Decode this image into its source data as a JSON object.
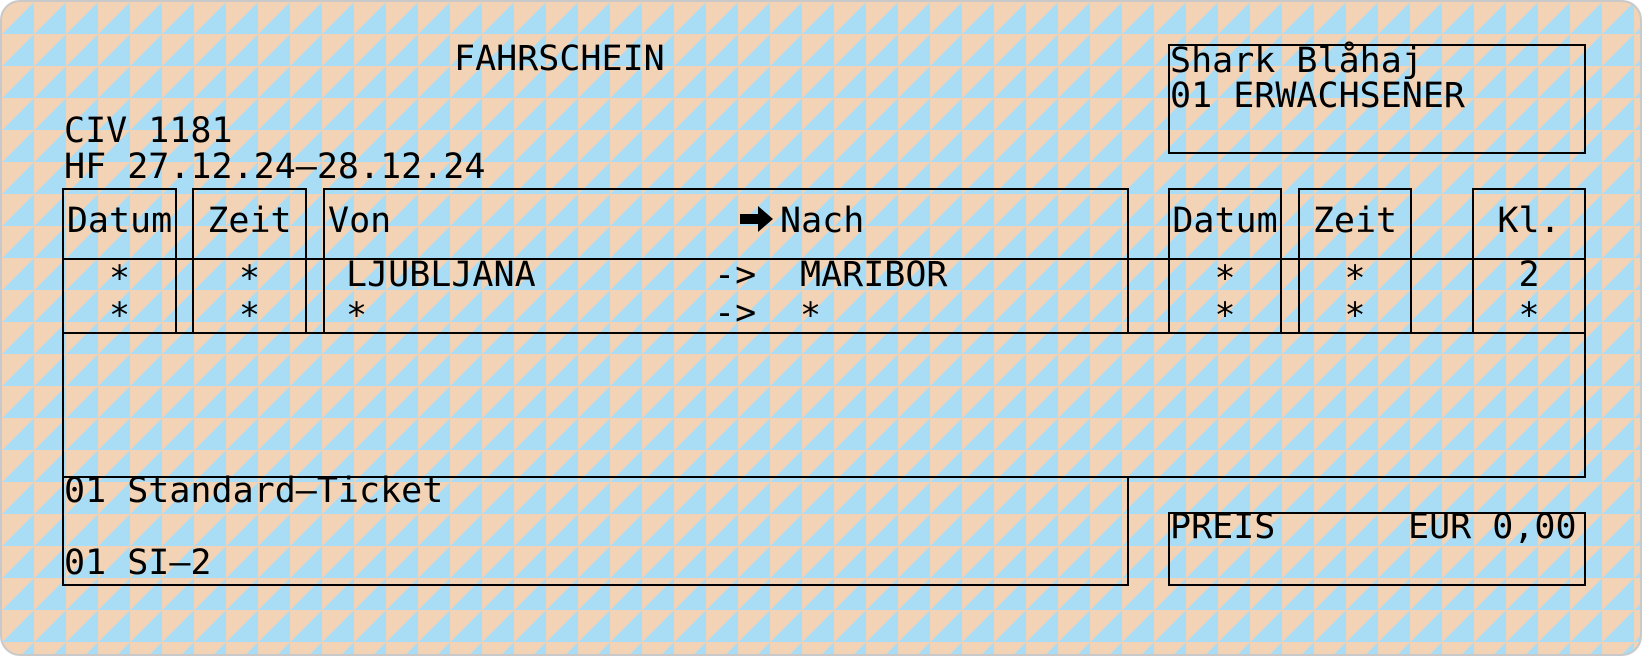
{
  "ticket": {
    "title": "FAHRSCHEIN",
    "passenger": {
      "name": "Shark Blåhaj",
      "type": "01 ERWACHSENER"
    },
    "code": "CIV 1181",
    "validity": "HF 27.12.24–28.12.24",
    "headers": {
      "date_out": "Datum",
      "time_out": "Zeit",
      "from": "Von",
      "to": "Nach",
      "date_in": "Datum",
      "time_in": "Zeit",
      "class": "Kl."
    },
    "rows": [
      {
        "date_out": "*",
        "time_out": "*",
        "from": "LJUBLJANA",
        "arrow": "->",
        "to": "MARIBOR",
        "date_in": "*",
        "time_in": "*",
        "class": "2"
      },
      {
        "date_out": "*",
        "time_out": "*",
        "from": "*",
        "arrow": "->",
        "to": "*",
        "date_in": "*",
        "time_in": "*",
        "class": "*"
      }
    ],
    "product": "01 Standard–Ticket",
    "zone": "01 SI–2",
    "price_label": "PREIS",
    "price_value": "EUR 0,00",
    "icons": {
      "direction": "right-arrow-icon"
    }
  }
}
